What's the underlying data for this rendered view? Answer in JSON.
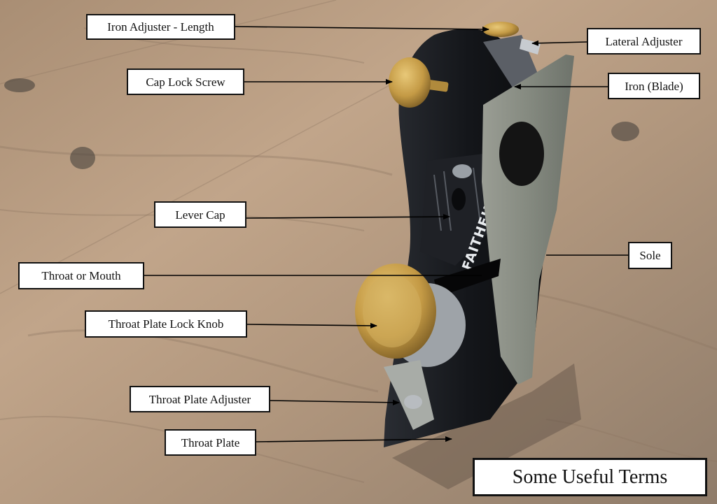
{
  "title": "Some Useful Terms",
  "brand_stamp": "FAITHFULL",
  "labels": {
    "iron_adjuster_length": "Iron Adjuster - Length",
    "lateral_adjuster": "Lateral Adjuster",
    "cap_lock_screw": "Cap Lock Screw",
    "iron_blade": "Iron (Blade)",
    "lever_cap": "Lever Cap",
    "sole": "Sole",
    "throat_or_mouth": "Throat or Mouth",
    "throat_plate_lock_knob": "Throat Plate Lock Knob",
    "throat_plate_adjuster": "Throat Plate Adjuster",
    "throat_plate": "Throat Plate"
  },
  "colors": {
    "label_background": "#ffffff",
    "label_border": "#111111",
    "plane_body": "#16181c",
    "sole_steel": "#8e9288",
    "brass": "#c49a45",
    "wood": "#b69a7f"
  }
}
